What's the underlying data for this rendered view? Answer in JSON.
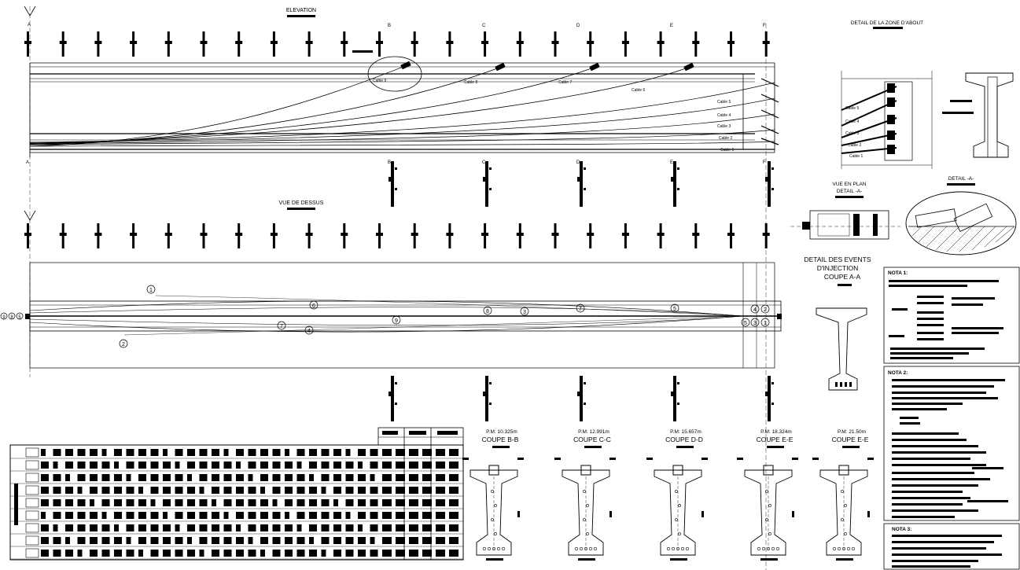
{
  "elevation": {
    "title": "ELEVATION",
    "section_letters": [
      "A",
      "B",
      "C",
      "D",
      "E",
      "F"
    ],
    "cables": [
      "Cable 9",
      "Cable 8",
      "Cable 7",
      "Cable 6",
      "Cable 5",
      "Cable 4",
      "Cable 3",
      "Cable 2",
      "Cable 1"
    ]
  },
  "top_view": {
    "title": "VUE DE DESSUS",
    "markers": [
      "1",
      "2",
      "3",
      "4",
      "5",
      "6",
      "7",
      "8",
      "9"
    ]
  },
  "anchor_zone": {
    "title": "DETAIL DE LA ZONE D'ABOUT",
    "cables": [
      "Cable 5",
      "Cable 4",
      "Cable 3",
      "Cable 2",
      "Cable 1"
    ]
  },
  "plan_view": {
    "title_line1": "VUE EN PLAN",
    "title_line2": "DETAIL -A-"
  },
  "detail_a": {
    "title": "DETAIL -A-"
  },
  "vents": {
    "line1": "DETAIL DES EVENTS",
    "line2": "D'INJECTION",
    "line3": "COUPE A-A"
  },
  "sections": [
    {
      "pm": "P.M: 10.325m",
      "title": "COUPE B-B"
    },
    {
      "pm": "P.M: 12.991m",
      "title": "COUPE C-C"
    },
    {
      "pm": "P.M: 15.657m",
      "title": "COUPE D-D"
    },
    {
      "pm": "P.M: 18.324m",
      "title": "COUPE E-E"
    },
    {
      "pm": "P.M: 21.50m",
      "title": "COUPE E-E"
    }
  ],
  "notes": {
    "nota1": "NOTA 1:",
    "nota2": "NOTA 2:",
    "nota3": "NOTA 3:"
  }
}
